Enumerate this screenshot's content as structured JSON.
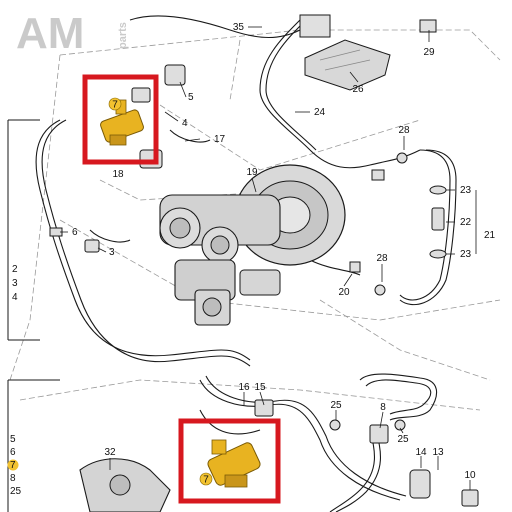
{
  "watermark": {
    "brand": "AM",
    "suffix": "parts"
  },
  "colors": {
    "line": "#1a1a1a",
    "highlight_box": "#d7181f",
    "part_yellow": "#e8b321",
    "callout_yellow": "#f2c230",
    "dash": "#9a9a9a",
    "watermark": "#b9b9b9"
  },
  "labels": {
    "n35": "35",
    "n29": "29",
    "n26": "26",
    "n5": "5",
    "n4": "4",
    "n17": "17",
    "n24": "24",
    "n28a": "28",
    "n19": "19",
    "n18": "18",
    "n23a": "23",
    "n22": "22",
    "n21": "21",
    "n23b": "23",
    "n6": "6",
    "n3": "3",
    "n28b": "28",
    "n20": "20",
    "left_stack": [
      "2",
      "3",
      "4"
    ],
    "bottom_stack": [
      "5",
      "6",
      "7",
      "8",
      "25"
    ],
    "n16": "16",
    "n15": "15",
    "n25a": "25",
    "n8": "8",
    "n25b": "25",
    "n32": "32",
    "n14": "14",
    "n13": "13",
    "n10": "10"
  },
  "callout_7": "7"
}
